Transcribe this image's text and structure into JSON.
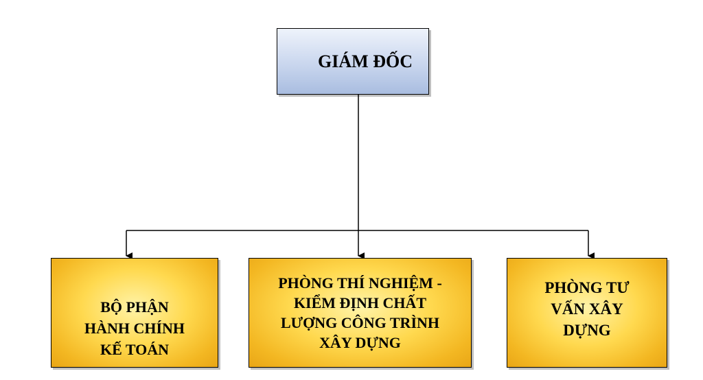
{
  "diagram": {
    "root": {
      "label": "GIÁM ĐỐC",
      "fill": "#c9d6ee"
    },
    "children": [
      {
        "label": "BỘ PHẬN\nHÀNH CHÍNH\nKẾ TOÁN"
      },
      {
        "label": "PHÒNG THÍ NGHIỆM -\nKIỂM ĐỊNH CHẤT\nLƯỢNG CÔNG TRÌNH\nXÂY DỰNG"
      },
      {
        "label": "PHÒNG TƯ\nVẤN XÂY\nDỰNG"
      }
    ],
    "child_fill": "#ffd94f",
    "line_color": "#000000"
  }
}
